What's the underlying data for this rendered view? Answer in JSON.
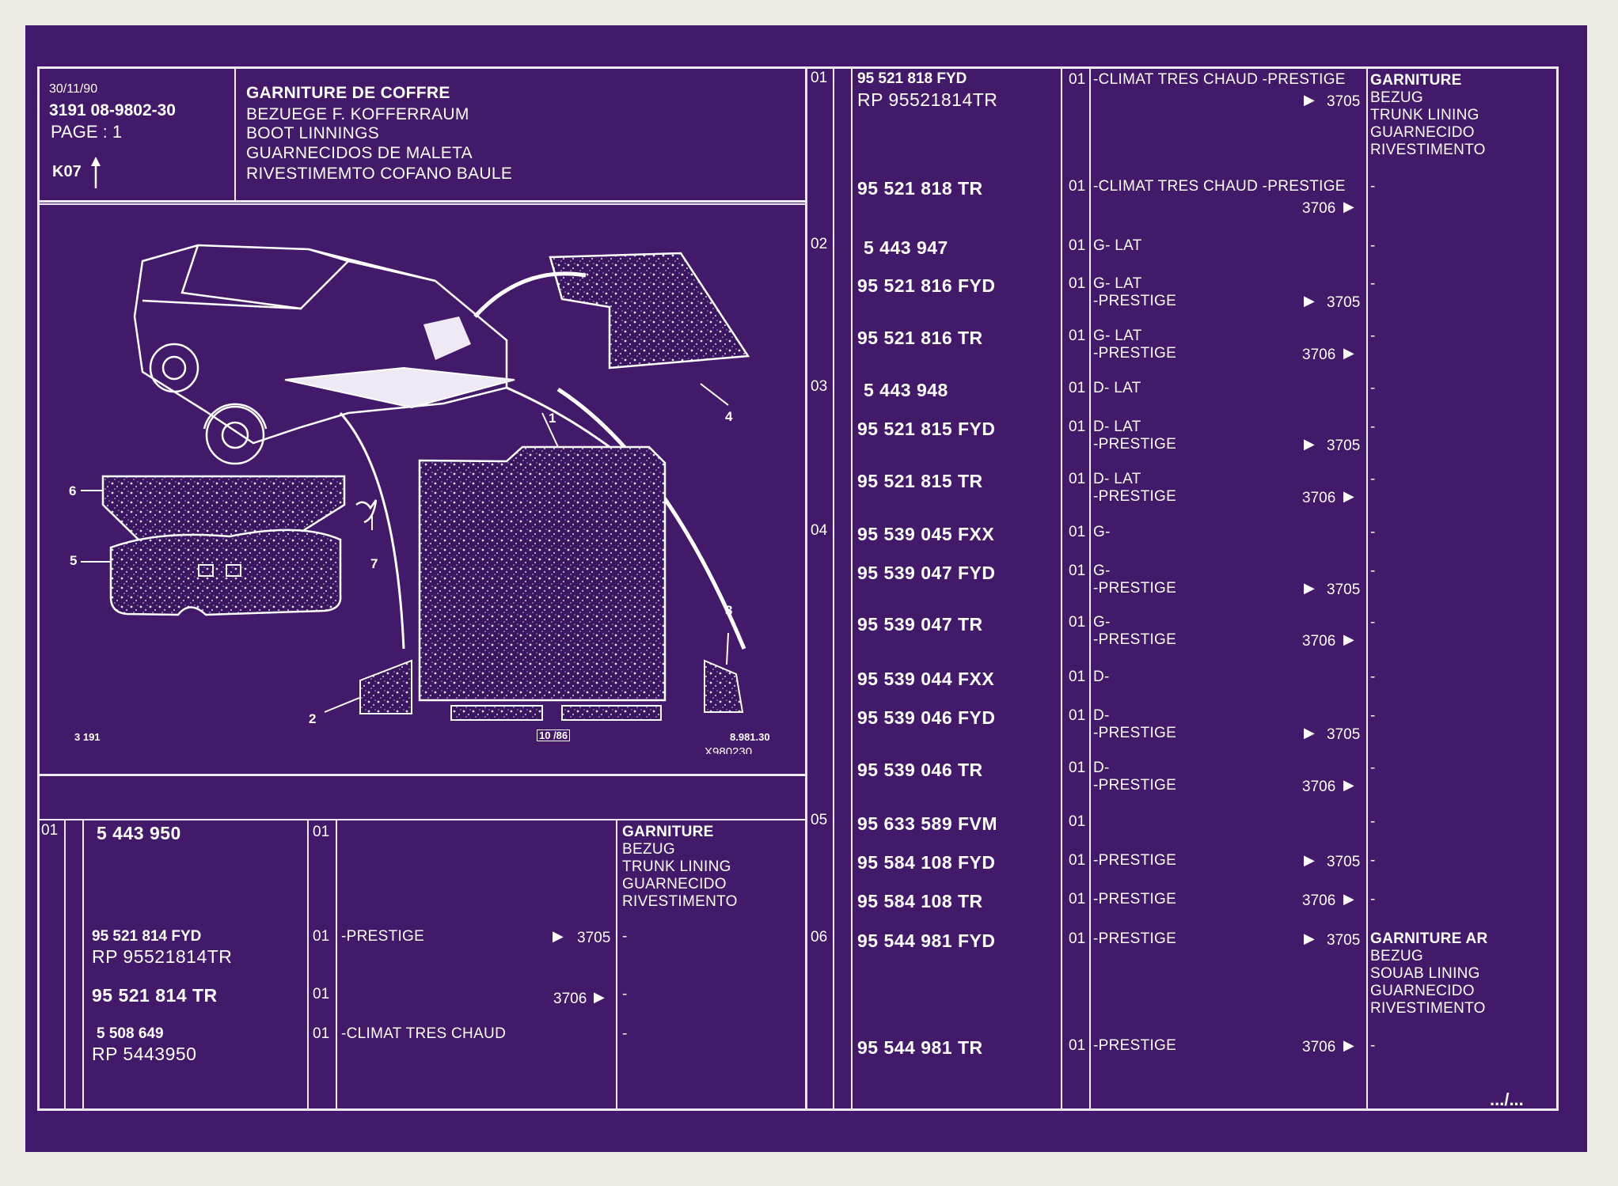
{
  "header": {
    "date": "30/11/90",
    "ref": "3191  08-9802-30",
    "page": "PAGE : 1",
    "code": "K07",
    "titles": [
      "GARNITURE DE COFFRE",
      "BEZUEGE F. KOFFERRAUM",
      "BOOT LINNINGS",
      "GUARNECIDOS DE MALETA",
      "RIVESTIMEMTO COFANO BAULE"
    ]
  },
  "illustration": {
    "ref_left": "3 191",
    "ref_center": "10 /86",
    "ref_right": "8.981.30",
    "ref_bottom": "X980230",
    "callouts": [
      "1",
      "2",
      "3",
      "4",
      "5",
      "6",
      "7"
    ]
  },
  "descriptions": {
    "garniture": [
      "GARNITURE",
      "BEZUG",
      "TRUNK LINING",
      "GUARNECIDO",
      "RIVESTIMENTO"
    ],
    "garniture_ar": [
      "GARNITURE AR",
      "BEZUG",
      "SOUAB LINING",
      "GUARNECIDO",
      "RIVESTIMENTO"
    ]
  },
  "left_table": {
    "item": "01",
    "rows": [
      {
        "part": "5 443 950",
        "qty": "01",
        "spec": "",
        "ref": "",
        "arrow": "",
        "rp": "",
        "note": ""
      },
      {
        "part": "95 521 814 FYD",
        "qty": "01",
        "spec": "-PRESTIGE",
        "ref": "3705",
        "arrow": "▶",
        "rp": "RP  95521814TR",
        "note": "-"
      },
      {
        "part": "95 521 814 TR",
        "qty": "01",
        "spec": "",
        "ref": "3706",
        "arrow": "▶",
        "rp": "",
        "note": "-"
      },
      {
        "part": "5 508 649",
        "qty": "01",
        "spec": "-CLIMAT TRES CHAUD",
        "ref": "",
        "arrow": "",
        "rp": "RP  5443950",
        "note": "-"
      }
    ]
  },
  "right_table": {
    "rows": [
      {
        "item": "01",
        "part": "95 521 818 FYD",
        "rp": "RP  95521814TR",
        "qty": "01",
        "spec": [
          "-CLIMAT TRES CHAUD -PRESTIGE"
        ],
        "ref": "3705",
        "arrow": "▶",
        "note": ""
      },
      {
        "item": "",
        "part": "95 521 818 TR",
        "rp": "",
        "qty": "01",
        "spec": [
          "-CLIMAT TRES CHAUD -PRESTIGE"
        ],
        "ref": "3706",
        "arrow": "▶",
        "note": "-"
      },
      {
        "item": "02",
        "part": "5 443 947",
        "rp": "",
        "qty": "01",
        "spec": [
          "G-   LAT"
        ],
        "ref": "",
        "arrow": "",
        "note": "-"
      },
      {
        "item": "",
        "part": "95 521 816 FYD",
        "rp": "",
        "qty": "01",
        "spec": [
          "G-   LAT",
          "-PRESTIGE"
        ],
        "ref": "3705",
        "arrow": "▶",
        "note": "-"
      },
      {
        "item": "",
        "part": "95 521 816 TR",
        "rp": "",
        "qty": "01",
        "spec": [
          "G-   LAT",
          "-PRESTIGE"
        ],
        "ref": "3706",
        "arrow": "▶",
        "note": "-"
      },
      {
        "item": "03",
        "part": "5 443 948",
        "rp": "",
        "qty": "01",
        "spec": [
          "D-   LAT"
        ],
        "ref": "",
        "arrow": "",
        "note": "-"
      },
      {
        "item": "",
        "part": "95 521 815 FYD",
        "rp": "",
        "qty": "01",
        "spec": [
          "D-   LAT",
          "-PRESTIGE"
        ],
        "ref": "3705",
        "arrow": "▶",
        "note": "-"
      },
      {
        "item": "",
        "part": "95 521 815 TR",
        "rp": "",
        "qty": "01",
        "spec": [
          "D-   LAT",
          "-PRESTIGE"
        ],
        "ref": "3706",
        "arrow": "▶",
        "note": "-"
      },
      {
        "item": "04",
        "part": "95 539 045 FXX",
        "rp": "",
        "qty": "01",
        "spec": [
          "G-"
        ],
        "ref": "",
        "arrow": "",
        "note": "-"
      },
      {
        "item": "",
        "part": "95 539 047 FYD",
        "rp": "",
        "qty": "01",
        "spec": [
          "G-",
          "-PRESTIGE"
        ],
        "ref": "3705",
        "arrow": "▶",
        "note": "-"
      },
      {
        "item": "",
        "part": "95 539 047 TR",
        "rp": "",
        "qty": "01",
        "spec": [
          "G-",
          "-PRESTIGE"
        ],
        "ref": "3706",
        "arrow": "▶",
        "note": "-"
      },
      {
        "item": "",
        "part": "95 539 044 FXX",
        "rp": "",
        "qty": "01",
        "spec": [
          "D-"
        ],
        "ref": "",
        "arrow": "",
        "note": "-"
      },
      {
        "item": "",
        "part": "95 539 046 FYD",
        "rp": "",
        "qty": "01",
        "spec": [
          "D-",
          "-PRESTIGE"
        ],
        "ref": "3705",
        "arrow": "▶",
        "note": "-"
      },
      {
        "item": "",
        "part": "95 539 046 TR",
        "rp": "",
        "qty": "01",
        "spec": [
          "D-",
          "-PRESTIGE"
        ],
        "ref": "3706",
        "arrow": "▶",
        "note": "-"
      },
      {
        "item": "05",
        "part": "95 633 589 FVM",
        "rp": "",
        "qty": "01",
        "spec": [
          ""
        ],
        "ref": "",
        "arrow": "",
        "note": "-"
      },
      {
        "item": "",
        "part": "95 584 108 FYD",
        "rp": "",
        "qty": "01",
        "spec": [
          "-PRESTIGE"
        ],
        "ref": "3705",
        "arrow": "▶",
        "note": "-"
      },
      {
        "item": "",
        "part": "95 584 108 TR",
        "rp": "",
        "qty": "01",
        "spec": [
          "-PRESTIGE"
        ],
        "ref": "3706",
        "arrow": "▶",
        "note": "-"
      },
      {
        "item": "06",
        "part": "95 544 981 FYD",
        "rp": "",
        "qty": "01",
        "spec": [
          "-PRESTIGE"
        ],
        "ref": "3705",
        "arrow": "▶",
        "note": ""
      },
      {
        "item": "",
        "part": "95 544 981 TR",
        "rp": "",
        "qty": "01",
        "spec": [
          "-PRESTIGE"
        ],
        "ref": "3706",
        "arrow": "▶",
        "note": "-"
      }
    ]
  },
  "continuation": ".../..."
}
